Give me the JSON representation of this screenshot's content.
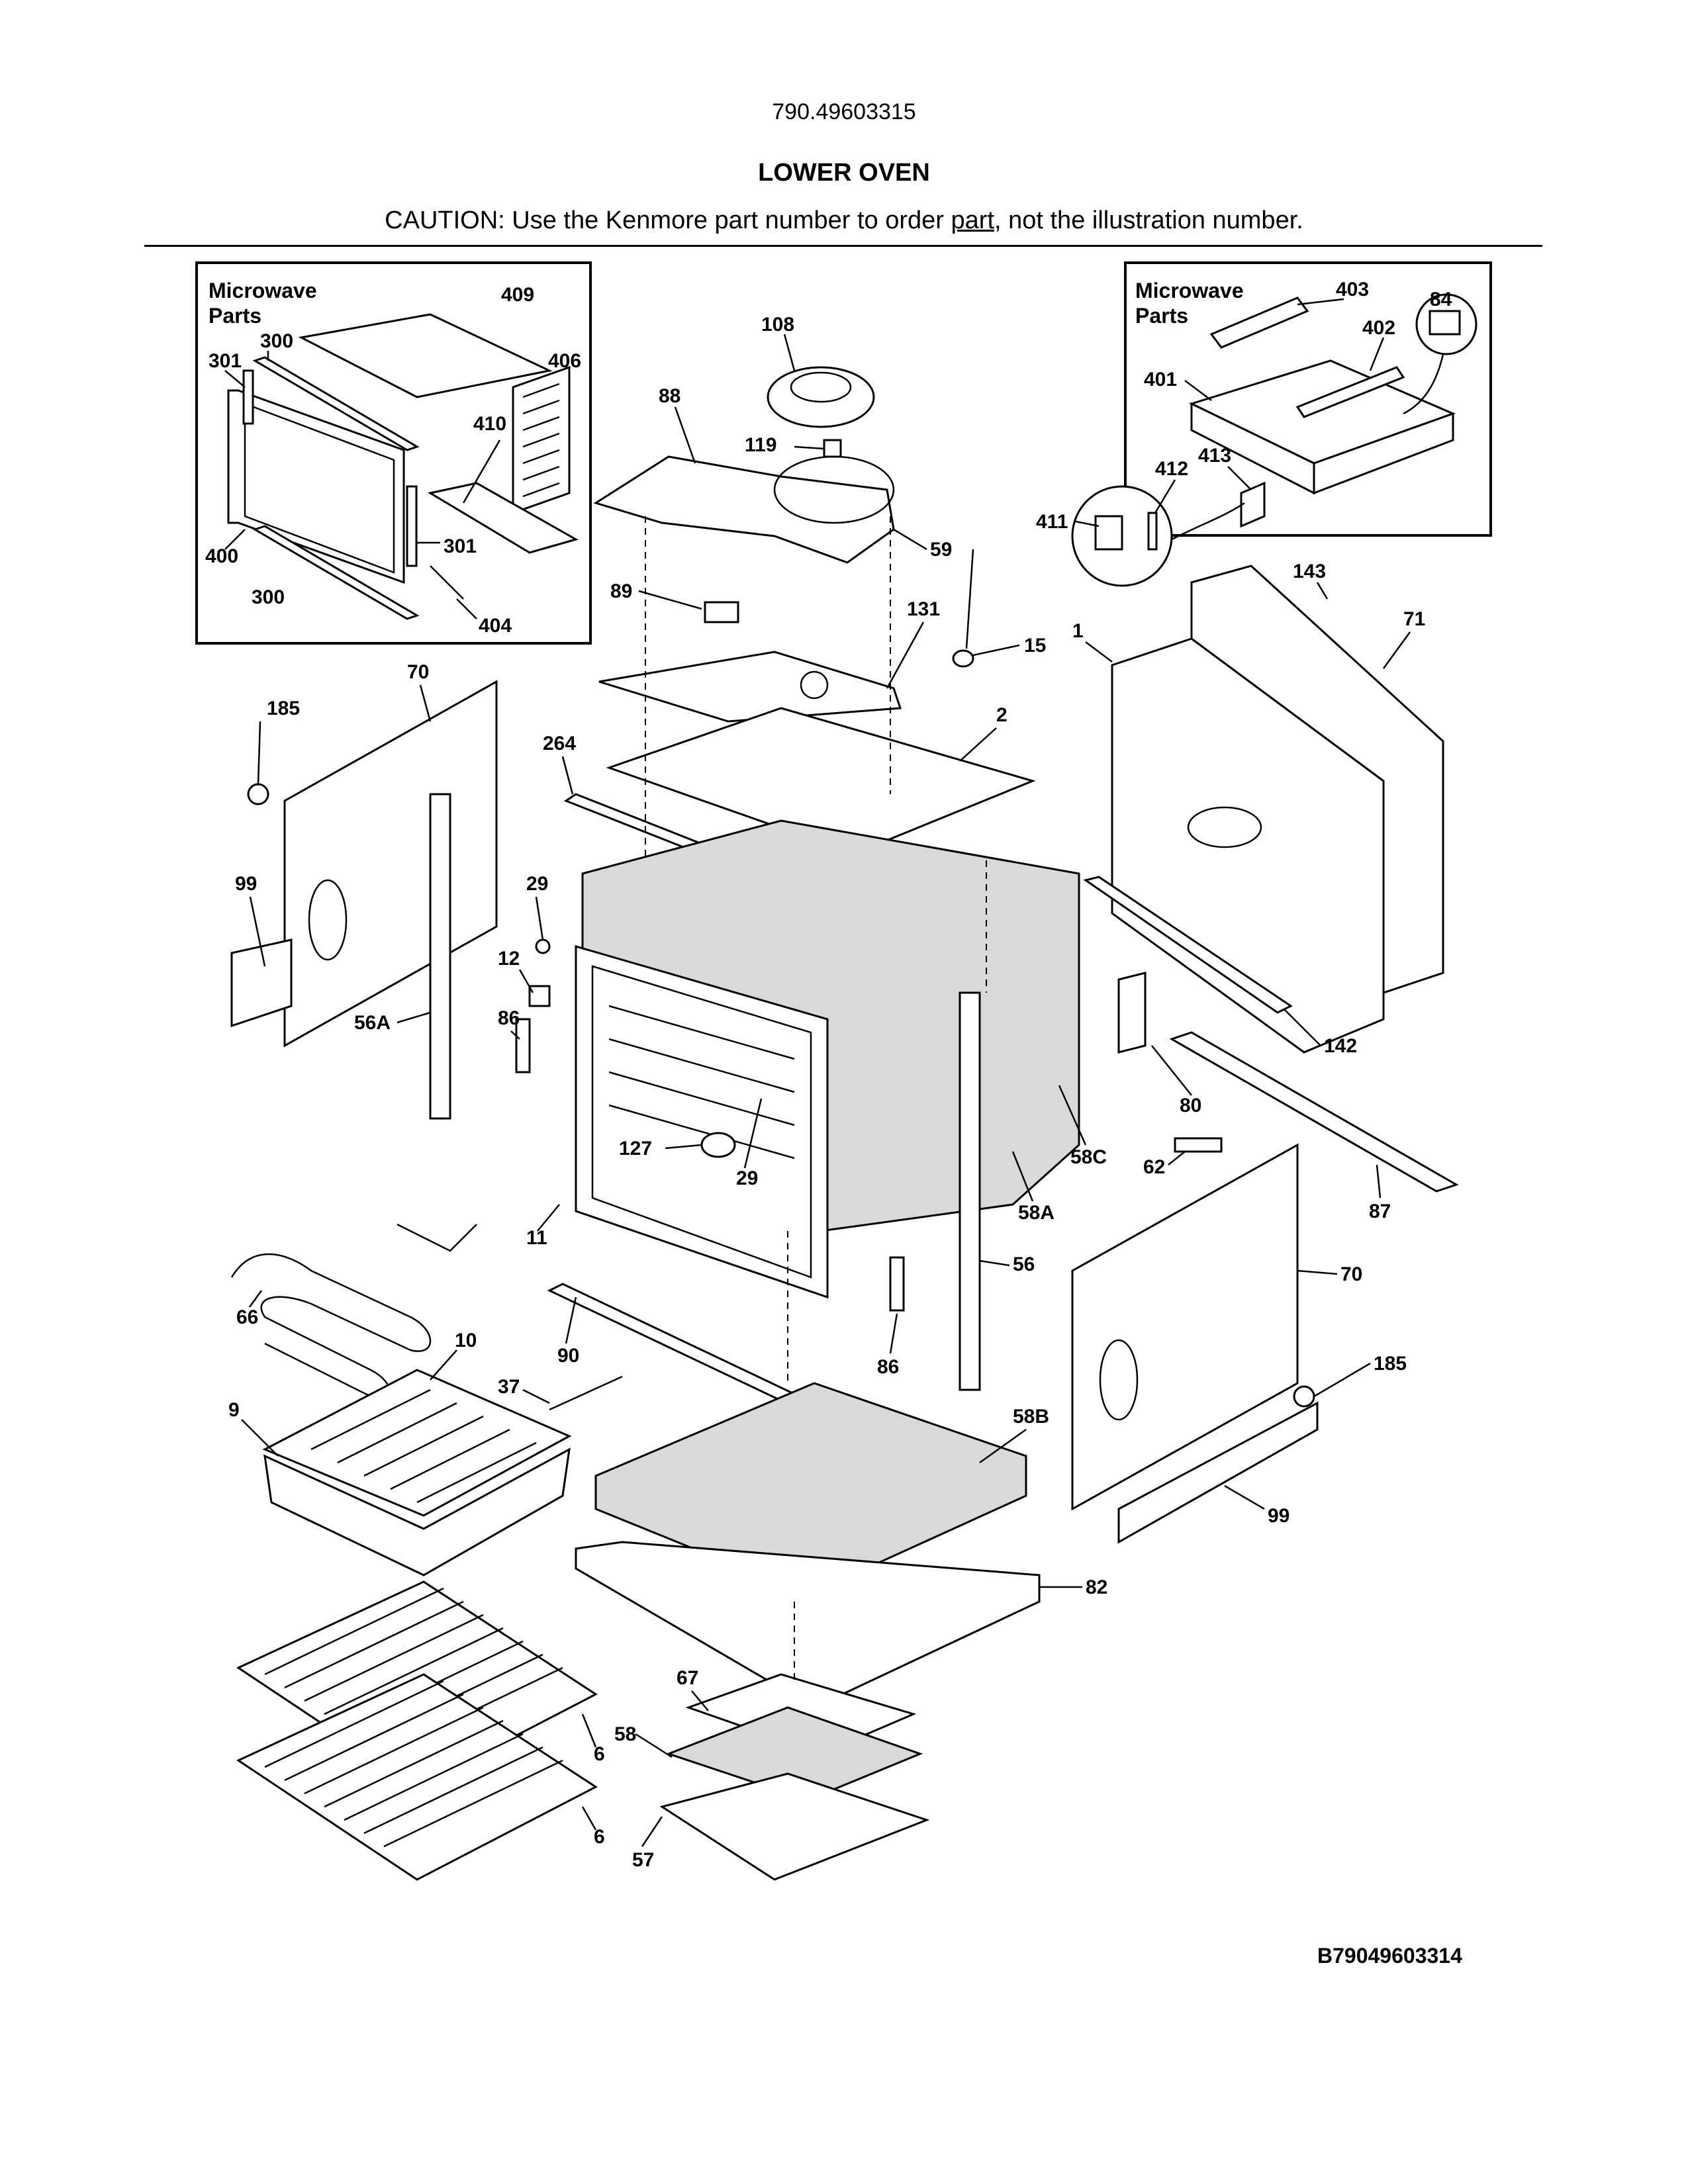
{
  "header": {
    "model_number": "790.49603315",
    "section_title": "LOWER OVEN",
    "caution_before": "CAUTION: Use the Kenmore part number to order ",
    "caution_link": "part",
    "caution_after": ", not the illustration number."
  },
  "microwave_box_left": {
    "title_line1": "Microwave",
    "title_line2": "Parts",
    "labels": [
      "409",
      "300",
      "301",
      "406",
      "410",
      "301",
      "400",
      "300",
      "404"
    ]
  },
  "microwave_box_right": {
    "title_line1": "Microwave",
    "title_line2": "Parts",
    "labels": [
      "403",
      "84",
      "402",
      "401",
      "412",
      "413",
      "411"
    ]
  },
  "callouts": {
    "top": [
      "108",
      "88",
      "119",
      "59",
      "89",
      "131",
      "15",
      "143",
      "71",
      "1",
      "2",
      "264",
      "70",
      "185"
    ],
    "middle": [
      "99",
      "29",
      "12",
      "56A",
      "86",
      "127",
      "29",
      "11",
      "142",
      "80",
      "58C",
      "62",
      "58A",
      "87",
      "56",
      "70",
      "86"
    ],
    "lower": [
      "66",
      "10",
      "90",
      "185",
      "37",
      "9",
      "58B",
      "99",
      "82",
      "67",
      "58",
      "6",
      "6",
      "57"
    ]
  },
  "diagram_code": "B79049603314"
}
